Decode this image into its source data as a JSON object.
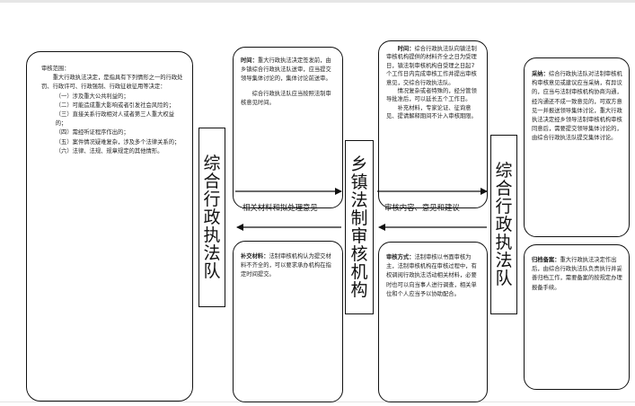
{
  "left_box": {
    "heading": "审核范围：",
    "intro": "重大行政执法决定，是指具有下列情形之一的行政处罚、行政许可、行政强制、行政征收征用等决定：",
    "items": [
      "（一）涉及重大公共利益的；",
      "（二）可能造成重大影响或者引发社会风险的；",
      "（三）直接关系行政相对人或者第三人重大权益的；",
      "（四）需经听证程序作出的；",
      "（五）案件情况疑难复杂，涉及多个法律关系的；",
      "（六）法律、法规、规章规定的其他情形。"
    ]
  },
  "labels": {
    "left_actor": "综合行政执法队",
    "center_actor": "乡镇法制审核机构",
    "right_actor": "综合行政执法队"
  },
  "box_submit": {
    "title": "时间：",
    "text": "重大行政执法决定签发前，由乡镇综合行政执法队送审，应当提交领导集体讨论的，集体讨论前送审。",
    "note": "综合行政执法队应当按照法制审核意见时间。"
  },
  "box_supplement": {
    "title": "补交材料：",
    "text": "法制审核机构认为提交材料不齐全的，可以要求承办机构在指定时间提交。"
  },
  "box_time": {
    "title": "时间：",
    "text": "综合行政执法队向镇法制审核机构提供的材料齐全之日为受理日，镇法制审核机构自受理之日起7个工作日内完成审核工作并提出审核意见，交综合行政执法队。",
    "p2": "情况复杂或者特殊的，经分管领导批准后，可以延长五个工作日。",
    "p3": "补充材料，专家论证、征询意见、提请解释期间不计入审核期限。"
  },
  "box_method": {
    "title": "审核方式：",
    "text": "法制审核以书面审核为主，法制审核机构在审核过程中，有权调阅行政执法活动相关材料，必要时也可以向当事人进行调查，相关单位和个人应当予以协助配合。"
  },
  "box_adopt": {
    "title": "采纳：",
    "text": "综合行政执法队对法制审核机构审核意见或建议应当采纳，有异议的，应当与法制审核机构协商沟通，经沟通还不成一致意见的，可双方意见一并报送领导集体讨论，重大行政执法决定经乡领导法制审核机构审核同意后，需要提交领导集体讨论的，由综合行政执法队提交集体讨论。"
  },
  "box_archive": {
    "title": "归档备案：",
    "text": "重大行政执法决定作出后，由综合行政执法队负责执行并妥善归档工作，需要备案的按规定办理报备手续。"
  },
  "arrows": {
    "top_left": "相关材料和拟处理意见",
    "top_right": "审核内容、意见和建议"
  }
}
